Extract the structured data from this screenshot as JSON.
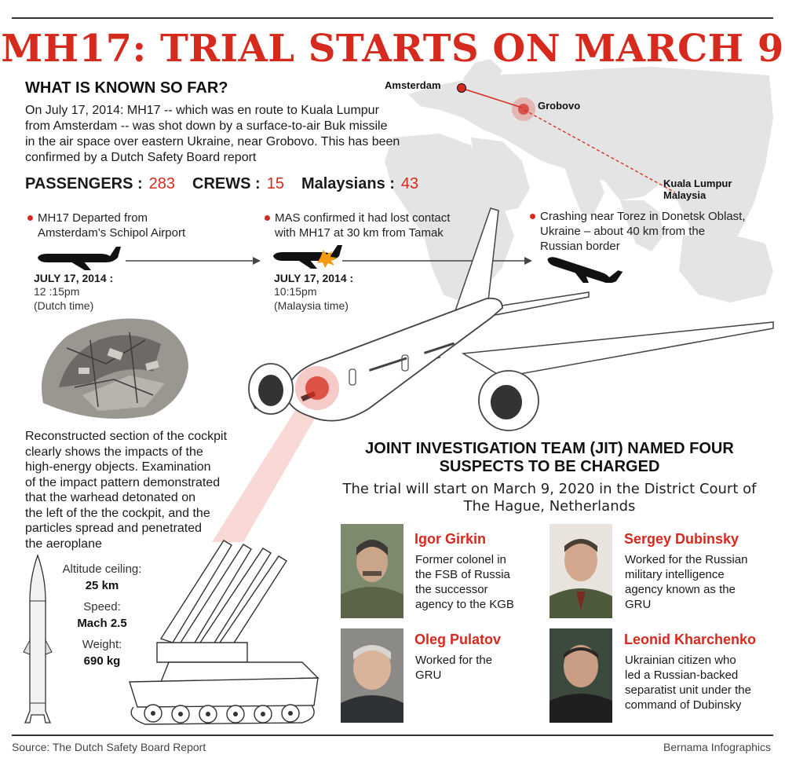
{
  "title": "MH17: TRIAL STARTS ON MARCH 9",
  "known": {
    "heading": "WHAT IS KNOWN SO FAR?",
    "paragraph_lines": [
      "On July 17, 2014:  MH17 -- which was en route to Kuala Lumpur",
      "from Amsterdam -- was shot down by a surface-to-air Buk missile",
      "in the air space over eastern Ukraine, near Grobovo. This has been",
      "confirmed by a Dutch Safety Board report"
    ]
  },
  "stats": {
    "passengers_label": "PASSENGERS :",
    "passengers_value": "283",
    "crews_label": "CREWS :",
    "crews_value": "15",
    "malaysians_label": "Malaysians :",
    "malaysians_value": "43"
  },
  "map": {
    "amsterdam": "Amsterdam",
    "grobovo": "Grobovo",
    "kuala_lumpur": "Kuala Lumpur",
    "malaysia": "Malaysia"
  },
  "timeline": [
    {
      "lines": [
        "MH17 Departed from",
        "Amsterdam’s Schipol Airport"
      ],
      "date": "JULY 17, 2014 :",
      "time": "12 :15pm",
      "zone": "(Dutch time)"
    },
    {
      "lines": [
        "MAS confirmed it had lost contact",
        "with MH17 at 30 km from Tamak"
      ],
      "date": "JULY 17, 2014 :",
      "time": "10:15pm",
      "zone": "(Malaysia time)"
    },
    {
      "lines": [
        "Crashing near Torez in Donetsk Oblast,",
        "Ukraine – about 40 km from the",
        "Russian border"
      ]
    }
  ],
  "cockpit_lines": [
    "Reconstructed section of the cockpit",
    "clearly shows the impacts of the",
    "high-energy objects. Examination",
    "of the impact pattern demonstrated",
    "that the warhead detonated on",
    "the left of the the cockpit, and the",
    "particles spread and penetrated",
    "the aeroplane"
  ],
  "missile_specs": {
    "altitude_label": "Altitude ceiling:",
    "altitude_value": "25 km",
    "speed_label": "Speed:",
    "speed_value": "Mach 2.5",
    "weight_label": "Weight:",
    "weight_value": "690 kg"
  },
  "jit": {
    "heading_line1": "JOINT INVESTIGATION TEAM (JIT) NAMED FOUR",
    "heading_line2": "SUSPECTS TO BE CHARGED",
    "sub_line1": "The trial will start on March 9, 2020 in the District Court of",
    "sub_line2": "The Hague, Netherlands"
  },
  "suspects": [
    {
      "name": "Igor Girkin",
      "lines": [
        "Former colonel in",
        "the FSB of Russia",
        "the successor",
        "agency to the KGB"
      ]
    },
    {
      "name": "Sergey Dubinsky",
      "lines": [
        "Worked for the Russian",
        "military intelligence",
        "agency known as the",
        "GRU"
      ]
    },
    {
      "name": "Oleg Pulatov",
      "lines": [
        "Worked for the",
        "GRU"
      ]
    },
    {
      "name": "Leonid Kharchenko",
      "lines": [
        "Ukrainian citizen who",
        "led a Russian-backed",
        "separatist unit under the",
        "command of Dubinsky"
      ]
    }
  ],
  "footer": {
    "source": "Source: The Dutch Safety Board Report",
    "credit": "Bernama Infographics"
  },
  "colors": {
    "accent_red": "#d62a1e",
    "map_grey": "#e6e6e6",
    "text_dark": "#1a1a1a"
  }
}
